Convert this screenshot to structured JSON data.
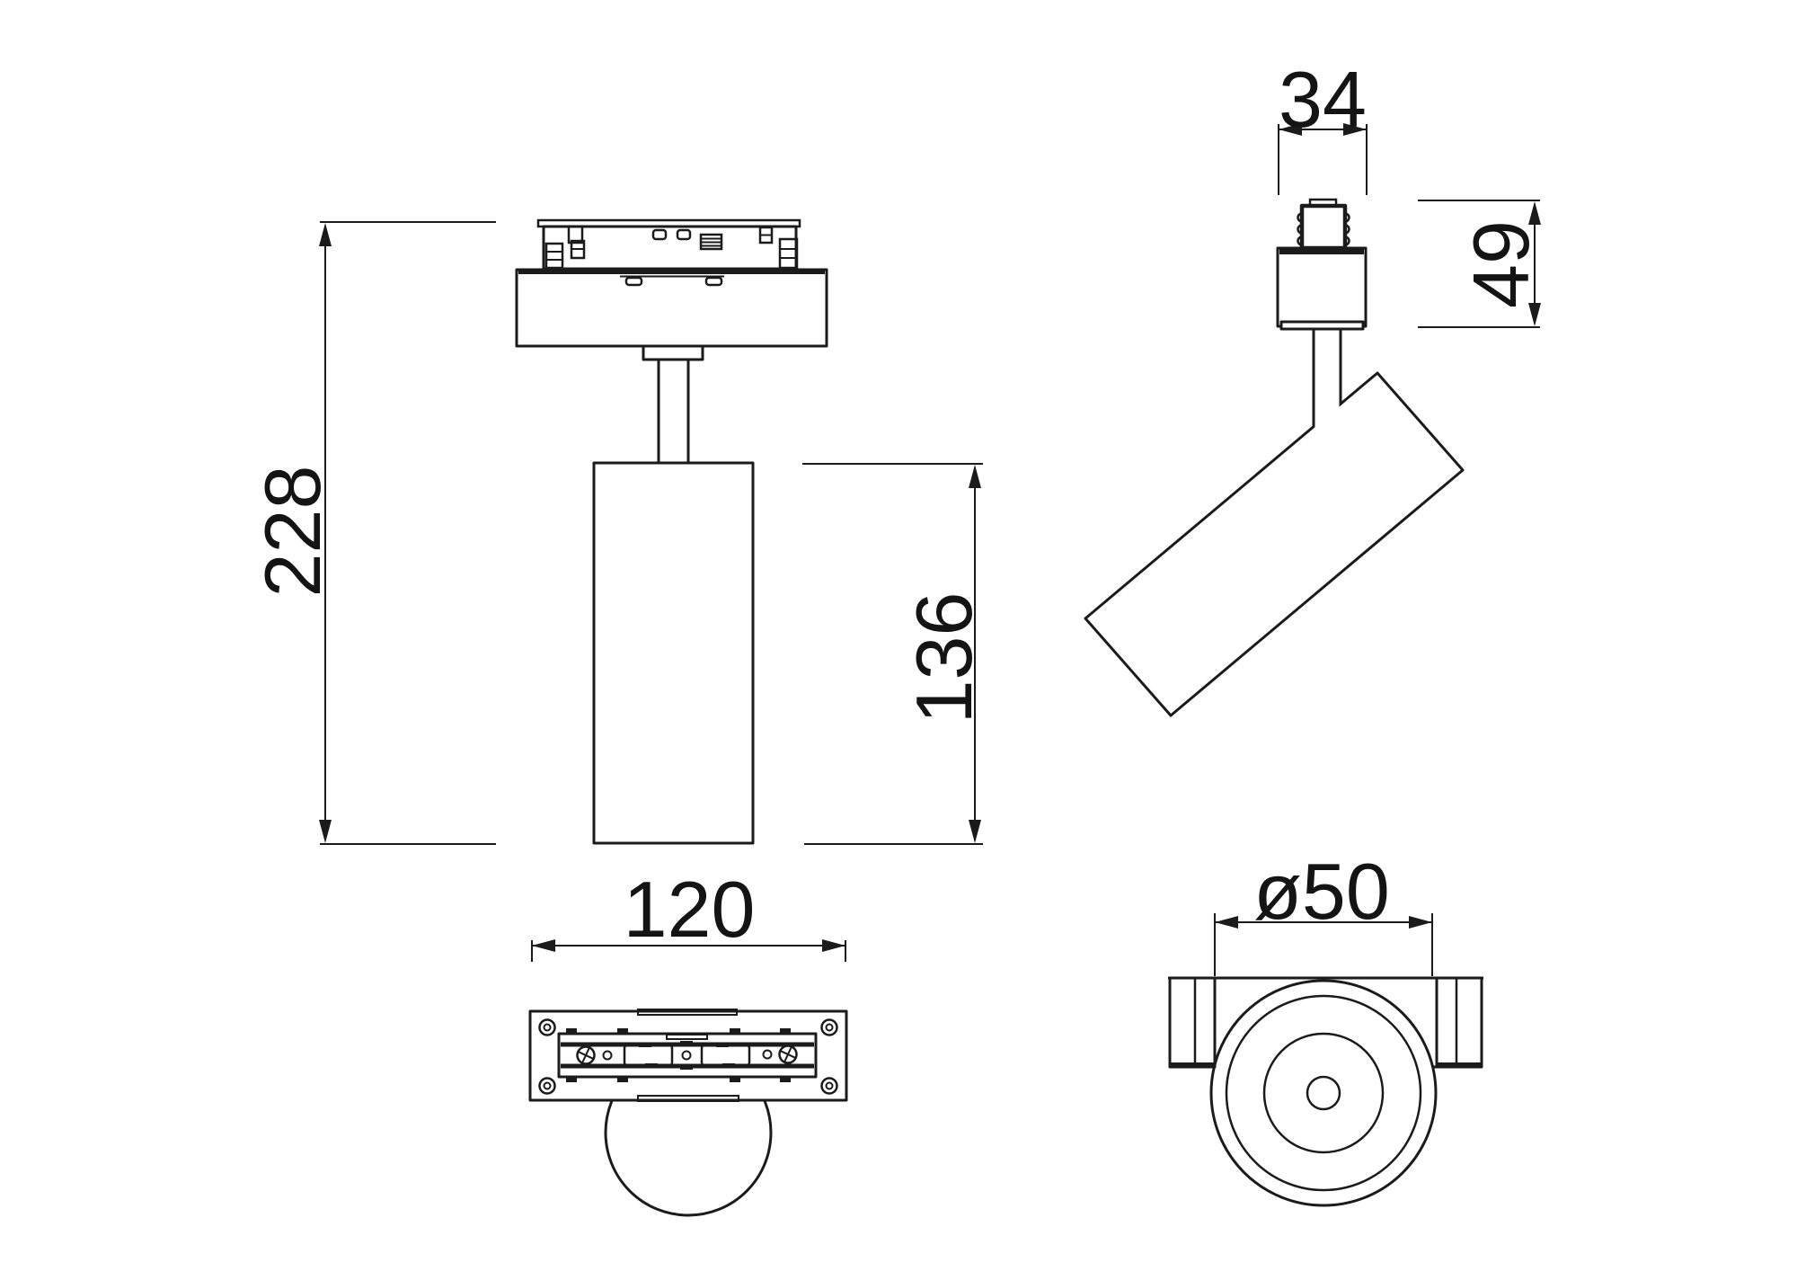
{
  "dimensions": {
    "overall_height": "228",
    "head_height": "136",
    "base_width": "120",
    "connector_depth": "34",
    "base_height": "49",
    "head_diameter": "ø50"
  },
  "style": {
    "line_color": "#1b1b1b",
    "background": "#ffffff"
  }
}
